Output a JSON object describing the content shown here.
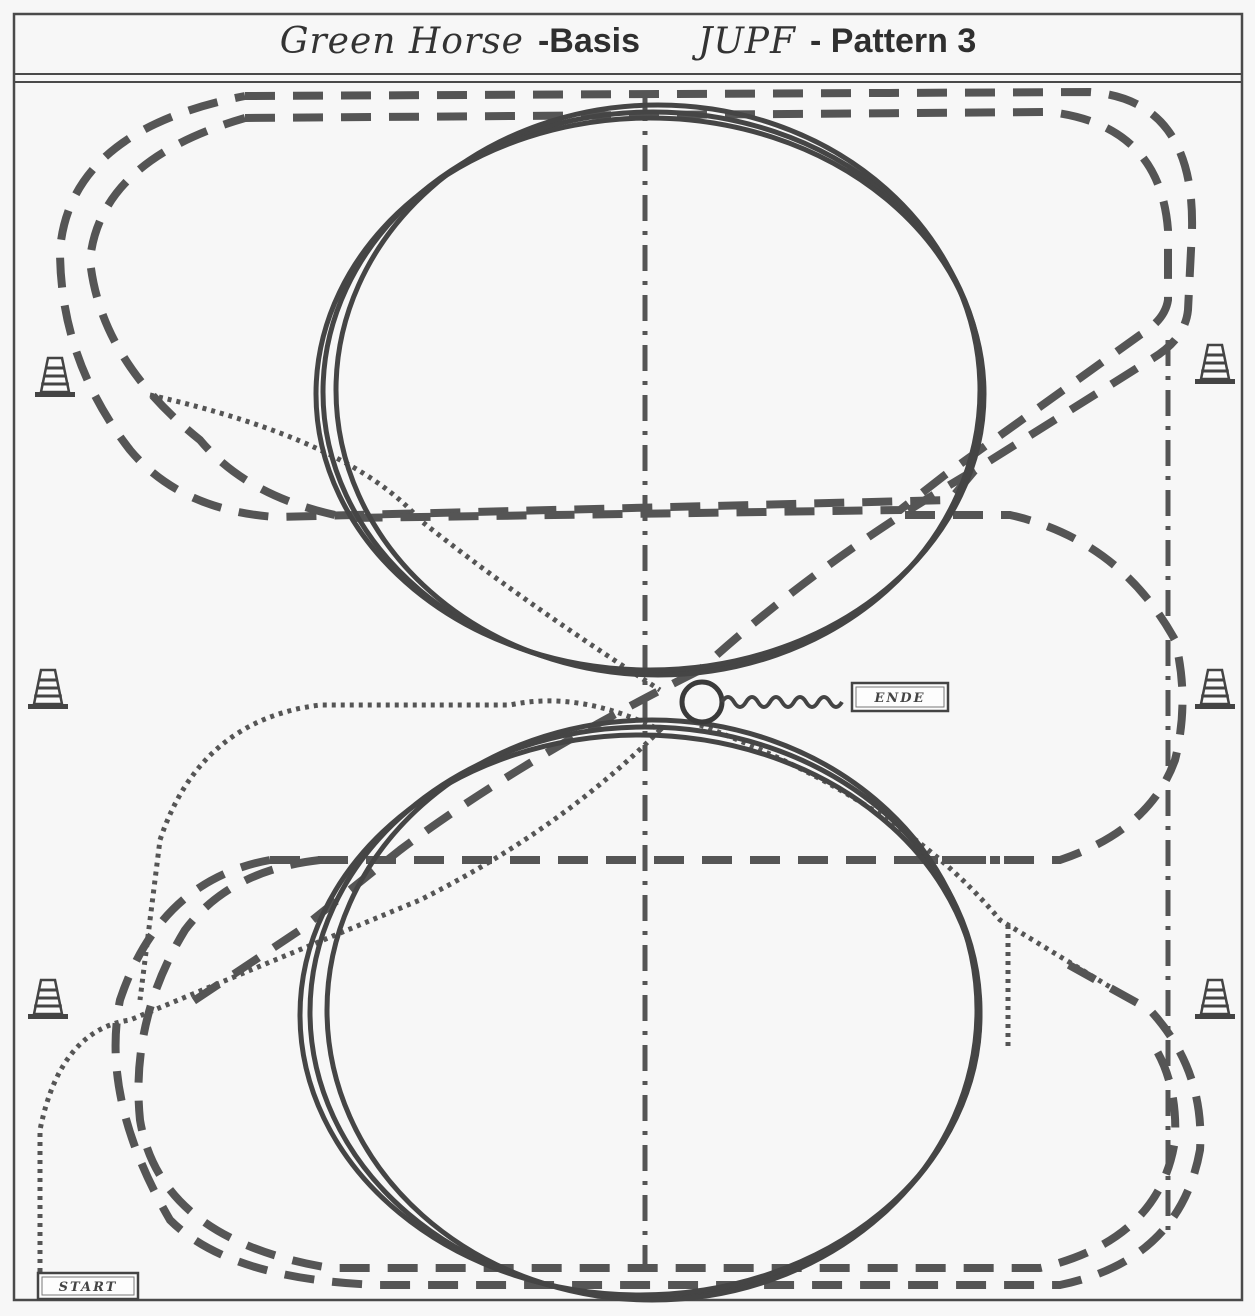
{
  "title": {
    "handwritten_part1": "Green Horse",
    "printed_part1": "-Basis",
    "handwritten_part2": "JUPF",
    "printed_part2": "- Pattern 3"
  },
  "markers": {
    "start_label": "START",
    "end_label": "ENDE"
  },
  "colors": {
    "line": "#4a4a4a",
    "paper": "#f7f7f7"
  },
  "icons": [
    "cone-icon"
  ]
}
